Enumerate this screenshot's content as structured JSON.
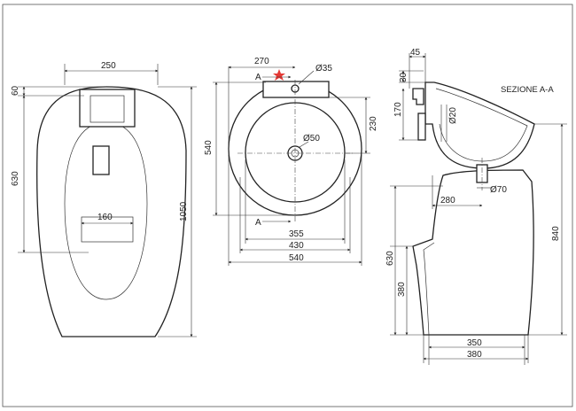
{
  "drawing": {
    "section_title": "SEZIONE A-A",
    "section_mark": "A",
    "section_mark_bottom": "A",
    "front": {
      "top_width": "250",
      "depth_60": "60",
      "depth_630": "630",
      "inner_160": "160",
      "height_1050": "1050"
    },
    "top": {
      "offset_270": "270",
      "hole_35": "Ø35",
      "drain_50": "Ø50",
      "height_540": "540",
      "depth_230": "230",
      "w_355": "355",
      "w_430": "430",
      "w_540": "540"
    },
    "section": {
      "d_45": "45",
      "d_30": "30",
      "d_170": "170",
      "d_20": "Ø20",
      "d_70": "Ø70",
      "d_280": "280",
      "h_840": "840",
      "h_630": "630",
      "h_380": "380",
      "w_350": "350",
      "w_380": "380"
    },
    "colors": {
      "line": "#222222",
      "marker": "#e53935"
    }
  }
}
